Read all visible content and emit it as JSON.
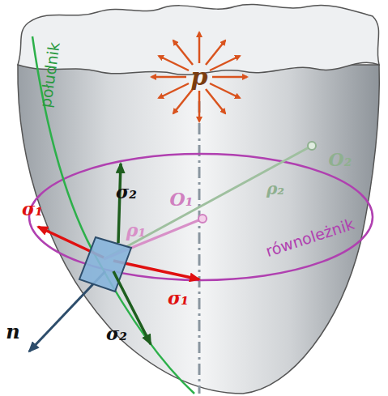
{
  "diagram": {
    "labels": [
      "p",
      "południk",
      "σ₂",
      "σ₁",
      "O₂",
      "O₁",
      "ρ₁",
      "ρ₂",
      "równoleżnik",
      "σ₁",
      "σ₂",
      "n"
    ]
  }
}
